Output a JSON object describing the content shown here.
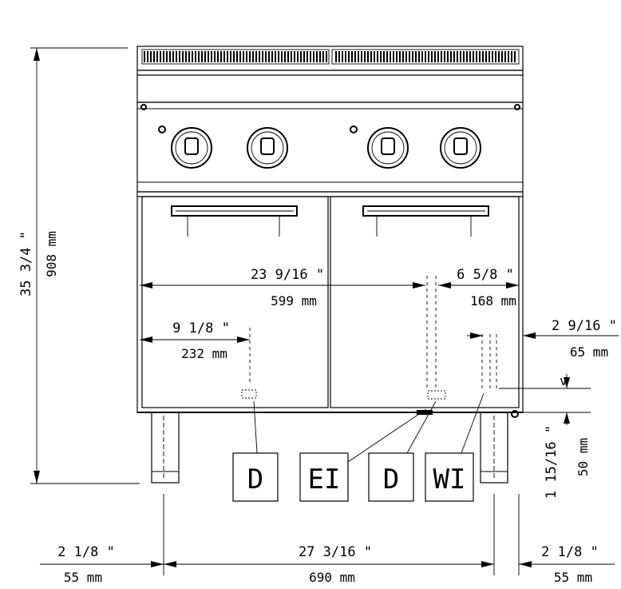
{
  "dimensions": {
    "height_in": "35 3/4 \"",
    "height_mm": "908 mm",
    "width_in": "23 9/16 \"",
    "width_mm": "599 mm",
    "right_offset_in": "6 5/8 \"",
    "right_offset_mm": "168 mm",
    "left_offset_in": "9 1/8 \"",
    "left_offset_mm": "232 mm",
    "side_offset_in": "2 9/16 \"",
    "side_offset_mm": "65 mm",
    "foot_height_in": "1 15/16 \"",
    "foot_height_mm": "50 mm",
    "foot_left_in": "2 1/8 \"",
    "foot_left_mm": "55 mm",
    "foot_span_in": "27 3/16 \"",
    "foot_span_mm": "690 mm",
    "foot_right_in": "2 1/8 \"",
    "foot_right_mm": "55 mm",
    "v_mark": "v"
  },
  "connections": [
    {
      "label": "D"
    },
    {
      "label": "EI"
    },
    {
      "label": "D"
    },
    {
      "label": "WI"
    }
  ]
}
